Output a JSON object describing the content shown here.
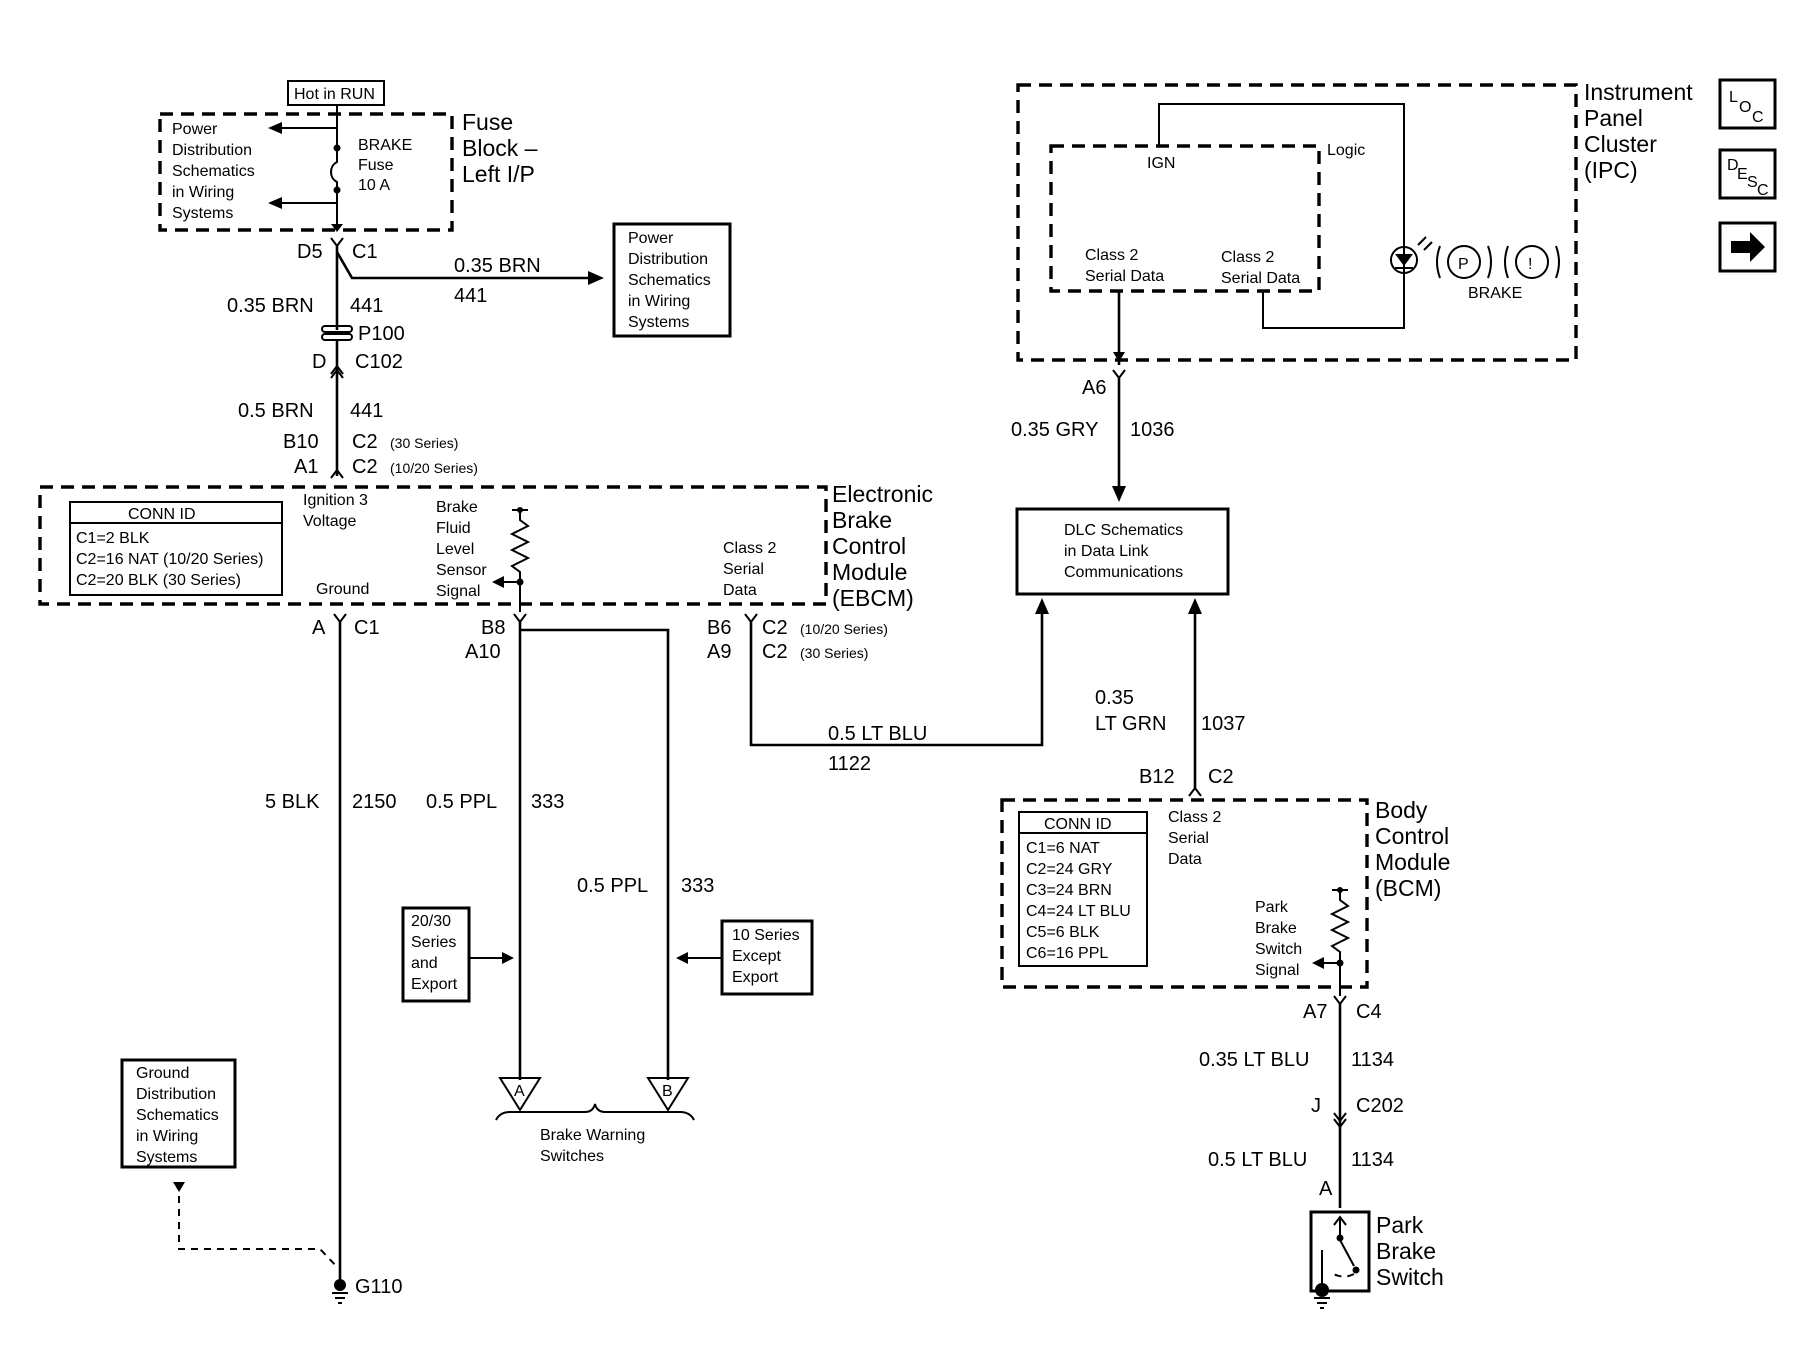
{
  "fuse_block": {
    "hot_label": "Hot in RUN",
    "title_lines": [
      "Fuse",
      "Block –",
      "Left I/P"
    ],
    "ref_lines": [
      "Power",
      "Distribution",
      "Schematics",
      "in Wiring",
      "Systems"
    ],
    "fuse_lines": [
      "BRAKE",
      "Fuse",
      "10 A"
    ]
  },
  "power_dist_ref": {
    "lines": [
      "Power",
      "Distribution",
      "Schematics",
      "in Wiring",
      "Systems"
    ]
  },
  "fuse_circuit": {
    "pin": "D5",
    "conn": "C1",
    "branch_color": "0.35 BRN",
    "branch_num": "441",
    "color": "0.35 BRN",
    "num": "441",
    "splice": "P100",
    "conn2_pin": "D",
    "conn2": "C102",
    "color2": "0.5 BRN",
    "num2": "441",
    "ebcm_pin1": "B10",
    "ebcm_conn1": "C2",
    "ebcm_series1": "(30 Series)",
    "ebcm_pin2": "A1",
    "ebcm_conn2": "C2",
    "ebcm_series2": "(10/20 Series)"
  },
  "ebcm": {
    "title_lines": [
      "Electronic",
      "Brake",
      "Control",
      "Module",
      "(EBCM)"
    ],
    "conn_id_title": "CONN ID",
    "conn_id": [
      "C1=2 BLK",
      "C2=16 NAT (10/20 Series)",
      "C2=20 BLK (30 Series)"
    ],
    "ign_lines": [
      "Ignition 3",
      "Voltage"
    ],
    "ground": "Ground",
    "sensor_lines": [
      "Brake",
      "Fluid",
      "Level",
      "Sensor",
      "Signal"
    ],
    "serial_lines": [
      "Class 2",
      "Serial",
      "Data"
    ],
    "pin_gnd": "A",
    "conn_gnd": "C1",
    "pin_b8": "B8",
    "pin_a10": "A10",
    "pin_b6": "B6",
    "conn_b6": "C2",
    "series_b6": "(10/20 Series)",
    "pin_a9": "A9",
    "conn_a9": "C2",
    "series_a9": "(30 Series)"
  },
  "ground_circuit": {
    "color": "5 BLK",
    "num": "2150",
    "ground_id": "G110",
    "ref_lines": [
      "Ground",
      "Distribution",
      "Schematics",
      "in Wiring",
      "Systems"
    ]
  },
  "ppl_circuit": {
    "color1": "0.5 PPL",
    "num1": "333",
    "color2": "0.5 PPL",
    "num2": "333",
    "left_ref_lines": [
      "20/30",
      "Series",
      "and",
      "Export"
    ],
    "right_ref_lines": [
      "10 Series",
      "Except",
      "Export"
    ],
    "conn_a": "A",
    "conn_b": "B",
    "switches_label_lines": [
      "Brake Warning",
      "Switches"
    ]
  },
  "serial_circuit": {
    "color": "0.5 LT BLU",
    "num": "1122"
  },
  "ipc": {
    "title_lines": [
      "Instrument",
      "Panel",
      "Cluster",
      "(IPC)"
    ],
    "ign": "IGN",
    "logic": "Logic",
    "serial1_lines": [
      "Class 2",
      "Serial Data"
    ],
    "serial2_lines": [
      "Class 2",
      "Serial Data"
    ],
    "brake": "BRAKE",
    "p_symbol": "P",
    "excl_symbol": "!",
    "pin": "A6"
  },
  "ipc_circuit": {
    "color": "0.35 GRY",
    "num": "1036"
  },
  "dlc": {
    "lines": [
      "DLC Schematics",
      "in Data Link",
      "Communications"
    ]
  },
  "bcm_circuit": {
    "color_lines": [
      "0.35",
      "LT GRN"
    ],
    "num": "1037",
    "pin": "B12",
    "conn": "C2"
  },
  "bcm": {
    "title_lines": [
      "Body",
      "Control",
      "Module",
      "(BCM)"
    ],
    "conn_id_title": "CONN ID",
    "conn_id": [
      "C1=6 NAT",
      "C2=24 GRY",
      "C3=24 BRN",
      "C4=24 LT BLU",
      "C5=6 BLK",
      "C6=16 PPL"
    ],
    "serial_lines": [
      "Class 2",
      "Serial",
      "Data"
    ],
    "switch_signal_lines": [
      "Park",
      "Brake",
      "Switch",
      "Signal"
    ],
    "pin": "A7",
    "conn": "C4"
  },
  "park_circuit": {
    "color1": "0.35 LT BLU",
    "num1": "1134",
    "pin_j": "J",
    "conn_j": "C202",
    "color2": "0.5 LT BLU",
    "num2": "1134",
    "pin_a": "A",
    "switch_lines": [
      "Park",
      "Brake",
      "Switch"
    ]
  },
  "nav": {
    "loc": {
      "big": "L",
      "small": "O",
      "sub": "C"
    },
    "desc": {
      "big": "D",
      "small": "E",
      "sub": "S",
      "sub2": "C"
    },
    "next_icon": "arrow-right-icon"
  }
}
